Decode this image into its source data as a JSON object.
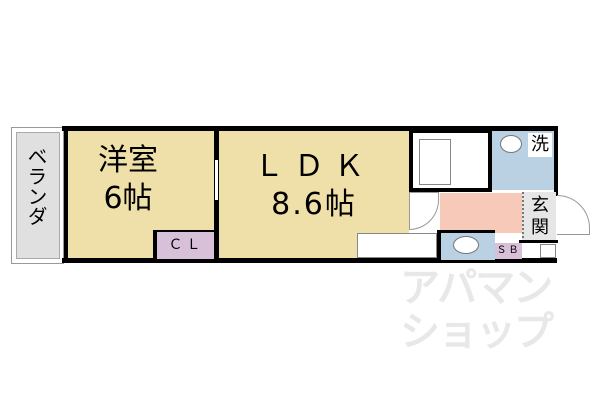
{
  "rooms": {
    "veranda": {
      "label": "ベランダ",
      "color": "#e0e0e0"
    },
    "western": {
      "label": "洋室",
      "size": "6帖",
      "color": "#efdfa8"
    },
    "closet": {
      "label": "ＣＬ",
      "color": "#d8c0d8"
    },
    "ldk": {
      "label": "ＬＤＫ",
      "size": "8.6帖",
      "color": "#efdfa8"
    },
    "washroom": {
      "label": "洗",
      "color": "#b9d1e2"
    },
    "entrance": {
      "label": "玄関",
      "color": "#e6e6e6"
    },
    "shoebox": {
      "label": "ＳＢ",
      "color": "#d8c0d8"
    },
    "hall": {
      "color": "#f6c9b8"
    },
    "toilet": {
      "color": "#b9d1e2"
    }
  },
  "watermark": {
    "line1": "アパマン",
    "line2": "ショップ"
  }
}
